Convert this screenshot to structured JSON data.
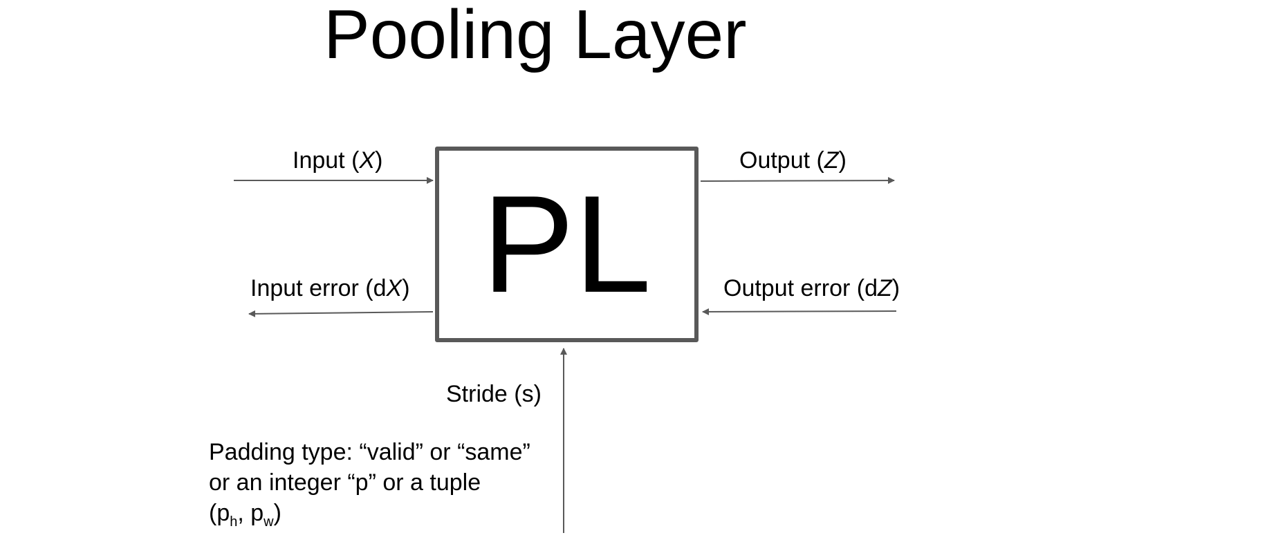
{
  "title": "Pooling Layer",
  "block": {
    "label": "PL"
  },
  "inputs": {
    "input": {
      "text": "Input (",
      "var": "X",
      "close": ")"
    },
    "input_error": {
      "text": "Input error (d",
      "var": "X",
      "close": ")"
    }
  },
  "outputs": {
    "output": {
      "text": "Output (",
      "var": "Z",
      "close": ")"
    },
    "output_error": {
      "text": "Output error (d",
      "var": "Z",
      "close": ")"
    }
  },
  "params": {
    "stride": "Stride (s)",
    "padding_line1": "Padding type: “valid” or “same”",
    "padding_line2": "or an integer “p” or a tuple",
    "padding_line3_open": "(p",
    "padding_sub_h": "h",
    "padding_comma": ", p",
    "padding_sub_w": "w",
    "padding_close": ")"
  },
  "colors": {
    "arrow": "#595959",
    "box_border": "#595959",
    "text": "#000000"
  }
}
